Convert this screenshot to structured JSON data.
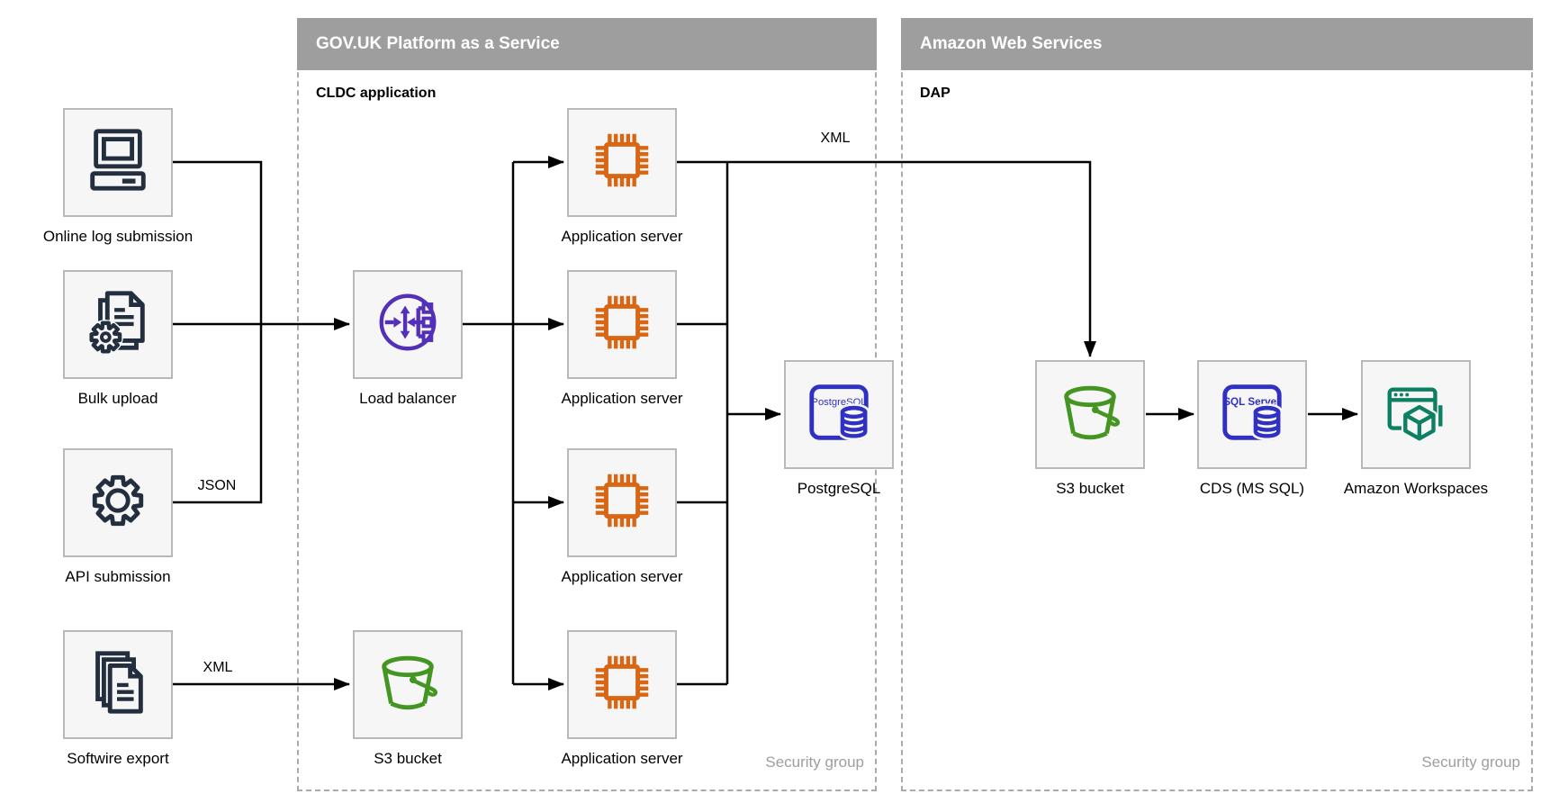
{
  "containers": {
    "govuk": {
      "title": "GOV.UK Platform as a Service",
      "sublabel": "CLDC application",
      "security_label": "Security group"
    },
    "aws": {
      "title": "Amazon Web Services",
      "sublabel": "DAP",
      "security_label": "Security group"
    }
  },
  "edge_labels": {
    "api_to_loadbalancer": "JSON",
    "softwire_to_s3": "XML",
    "appserver_to_aws": "XML"
  },
  "nodes": [
    {
      "id": "online-log-submission",
      "label": "Online log submission",
      "icon": "computer-icon",
      "color": "#232f3e"
    },
    {
      "id": "bulk-upload",
      "label": "Bulk upload",
      "icon": "document-gear-icon",
      "color": "#232f3e"
    },
    {
      "id": "api-submission",
      "label": "API submission",
      "icon": "gear-icon",
      "color": "#232f3e"
    },
    {
      "id": "softwire-export",
      "label": "Softwire export",
      "icon": "documents-stack-icon",
      "color": "#232f3e"
    },
    {
      "id": "load-balancer",
      "label": "Load balancer",
      "icon": "load-balancer-icon",
      "color": "#5430b8"
    },
    {
      "id": "s3-bucket-paas",
      "label": "S3 bucket",
      "icon": "bucket-icon",
      "color": "#449522"
    },
    {
      "id": "app-server-1",
      "label": "Application server",
      "icon": "chip-icon",
      "color": "#d86613"
    },
    {
      "id": "app-server-2",
      "label": "Application server",
      "icon": "chip-icon",
      "color": "#d86613"
    },
    {
      "id": "app-server-3",
      "label": "Application server",
      "icon": "chip-icon",
      "color": "#d86613"
    },
    {
      "id": "app-server-4",
      "label": "Application server",
      "icon": "chip-icon",
      "color": "#d86613"
    },
    {
      "id": "postgresql",
      "label": "PostgreSQL",
      "icon": "postgresql-icon",
      "color": "#3030c2",
      "icon_text": "PostgreSQL"
    },
    {
      "id": "s3-bucket-aws",
      "label": "S3 bucket",
      "icon": "bucket-icon",
      "color": "#449522"
    },
    {
      "id": "cds-mssql",
      "label": "CDS (MS SQL)",
      "icon": "sql-server-icon",
      "color": "#3030c2",
      "icon_text": "SQL Server"
    },
    {
      "id": "amazon-workspaces",
      "label": "Amazon Workspaces",
      "icon": "workspaces-icon",
      "color": "#0d7f63"
    }
  ],
  "palette": {
    "header_bg": "#9e9e9e",
    "header_text": "#ffffff",
    "container_border": "#ababab",
    "node_fill": "#f6f6f6",
    "node_border": "#b9b9b9",
    "edge": "#000000",
    "security_text": "#9e9e9e",
    "navy": "#232f3e",
    "orange": "#d86613",
    "purple": "#5430b8",
    "green": "#449522",
    "blue": "#3030c2",
    "teal": "#0d7f63"
  }
}
